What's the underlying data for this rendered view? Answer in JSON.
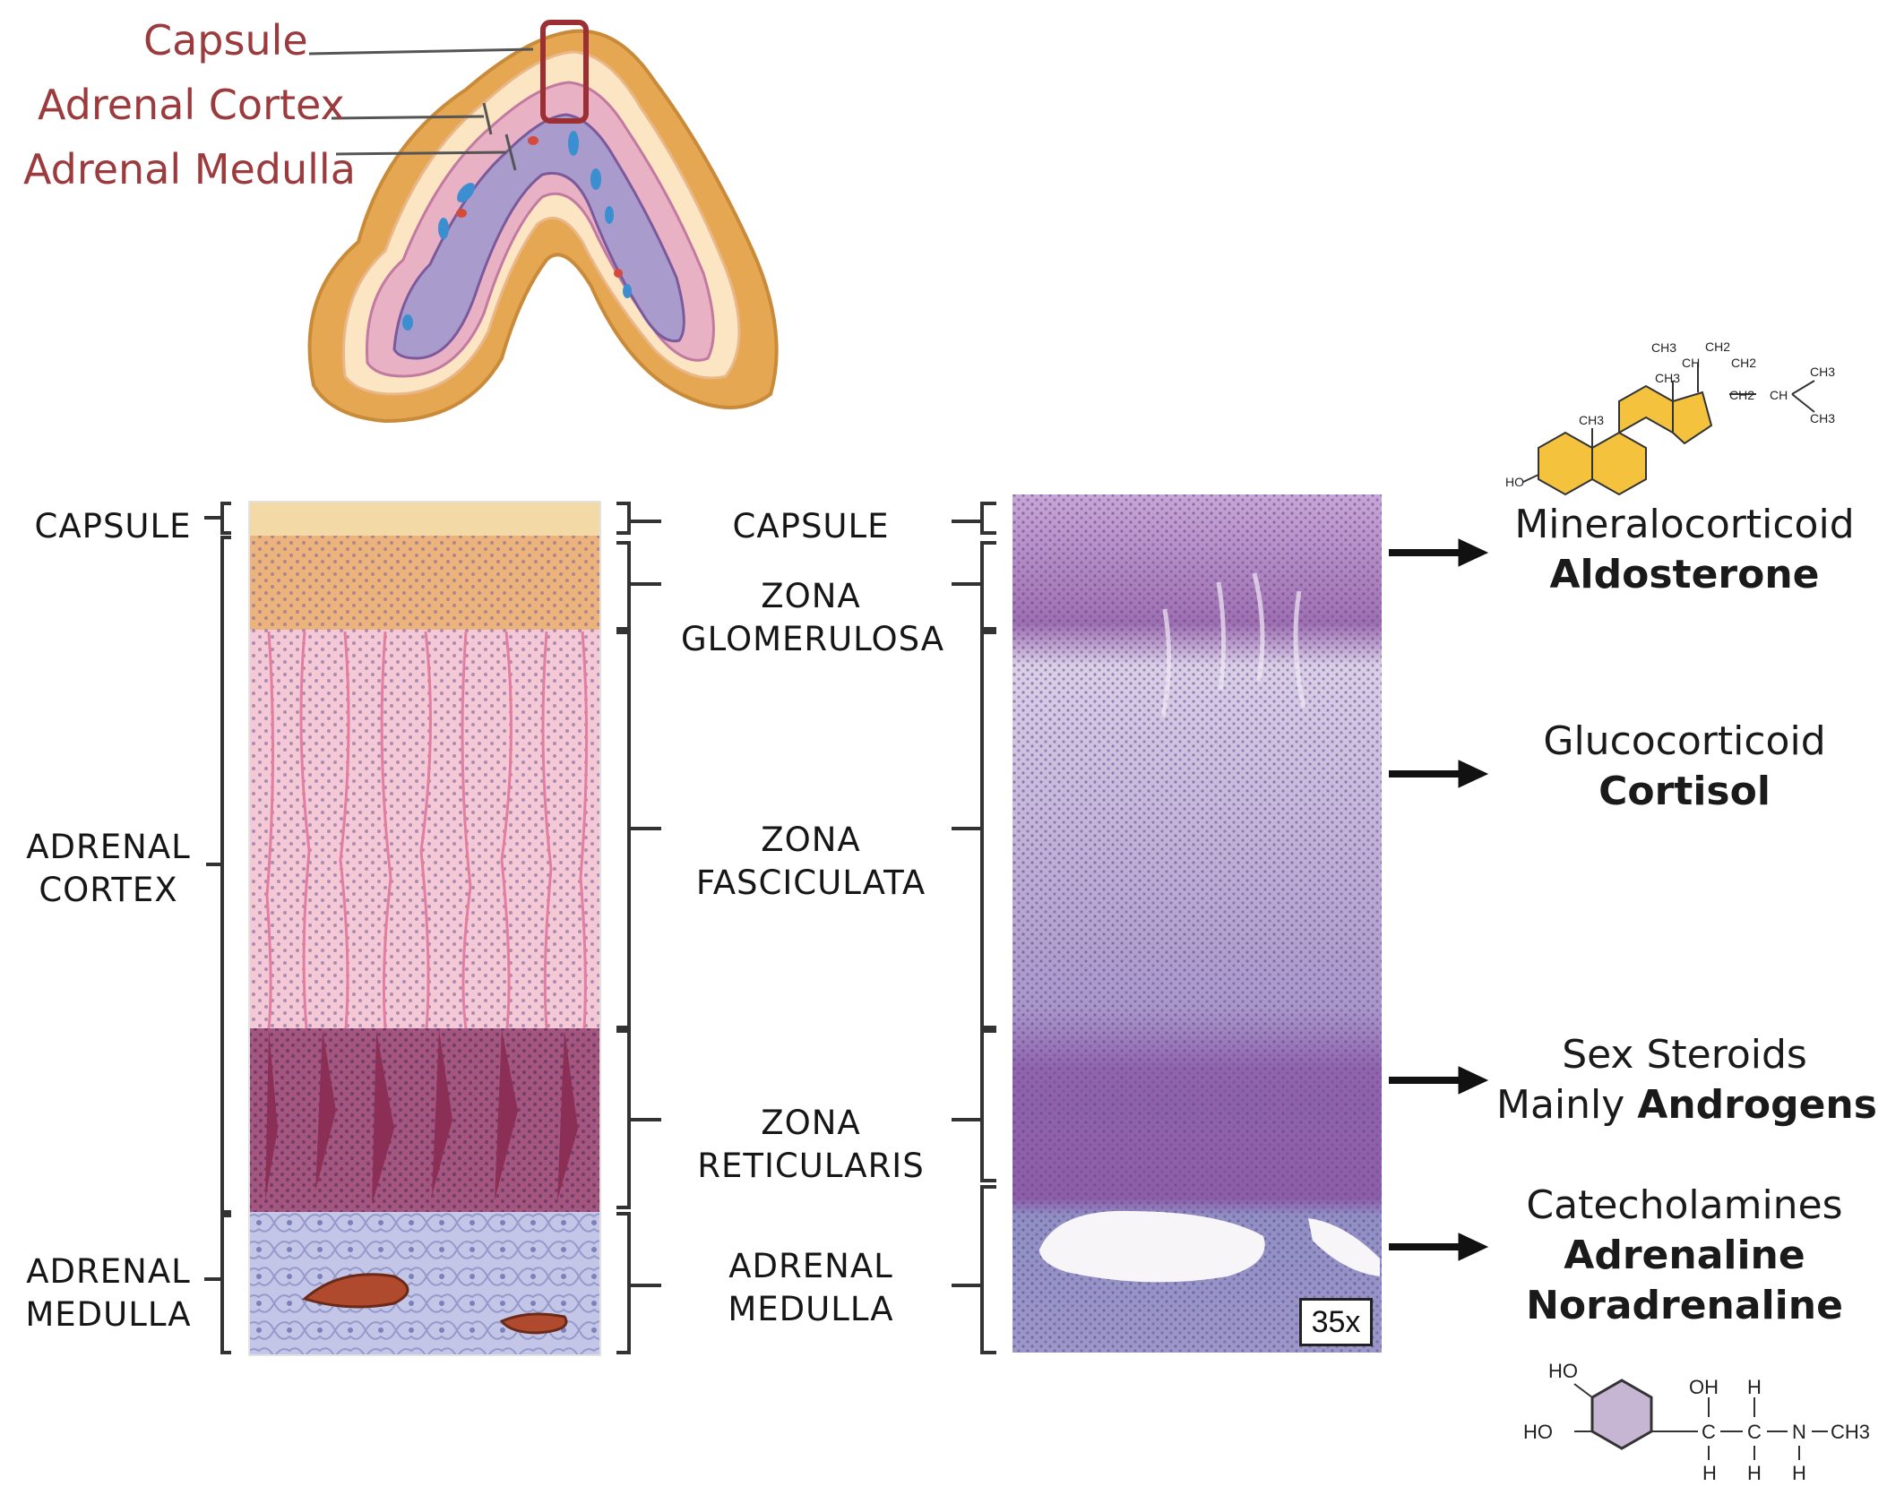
{
  "top_labels": {
    "capsule": "Capsule",
    "cortex": "Adrenal Cortex",
    "medulla": "Adrenal Medulla"
  },
  "left_labels": {
    "capsule": "CAPSULE",
    "cortex_1": "ADRENAL",
    "cortex_2": "CORTEX",
    "medulla_1": "ADRENAL",
    "medulla_2": "MEDULLA"
  },
  "middle_labels": {
    "capsule": "CAPSULE",
    "glom_1": "ZONA",
    "glom_2": "GLOMERULOSA",
    "fasc_1": "ZONA",
    "fasc_2": "FASCICULATA",
    "retic_1": "ZONA",
    "retic_2": "RETICULARIS",
    "medulla_1": "ADRENAL",
    "medulla_2": "MEDULLA"
  },
  "magnification": "35x",
  "hormones": {
    "mineral_class": "Mineralocorticoid",
    "mineral_name": "Aldosterone",
    "gluco_class": "Glucocorticoid",
    "gluco_name": "Cortisol",
    "sex_class": "Sex Steroids",
    "sex_prefix": "Mainly ",
    "sex_name": "Androgens",
    "cat_class": "Catecholamines",
    "cat_name1": "Adrenaline",
    "cat_name2": "Noradrenaline"
  },
  "chem_cholesterol": {
    "ch3_a": "CH3",
    "ch_a": "CH",
    "ch2_a": "CH2",
    "ch2_b": "CH2",
    "ch3_b": "CH3",
    "ch3_c": "CH3",
    "ch2_c": "CH2",
    "ch_b": "CH",
    "ch3_d": "CH3",
    "ch3_e": "CH3",
    "ho": "HO"
  },
  "chem_adrenaline": {
    "ho_top": "HO",
    "ho_left": "HO",
    "oh": "OH",
    "c1": "C",
    "c2": "C",
    "n": "N",
    "ch3": "CH3",
    "h_top": "H",
    "h_b1": "H",
    "h_b2": "H",
    "h_b3": "H"
  },
  "colors": {
    "label_red": "#9c3b3d",
    "capsule_zone": "#ecc893",
    "glomerulosa": "#e8b07c",
    "fasciculata": "#f2c2cf",
    "reticularis": "#a94a70",
    "medulla": "#b9bfe0",
    "histology": "#8e6fb0"
  }
}
